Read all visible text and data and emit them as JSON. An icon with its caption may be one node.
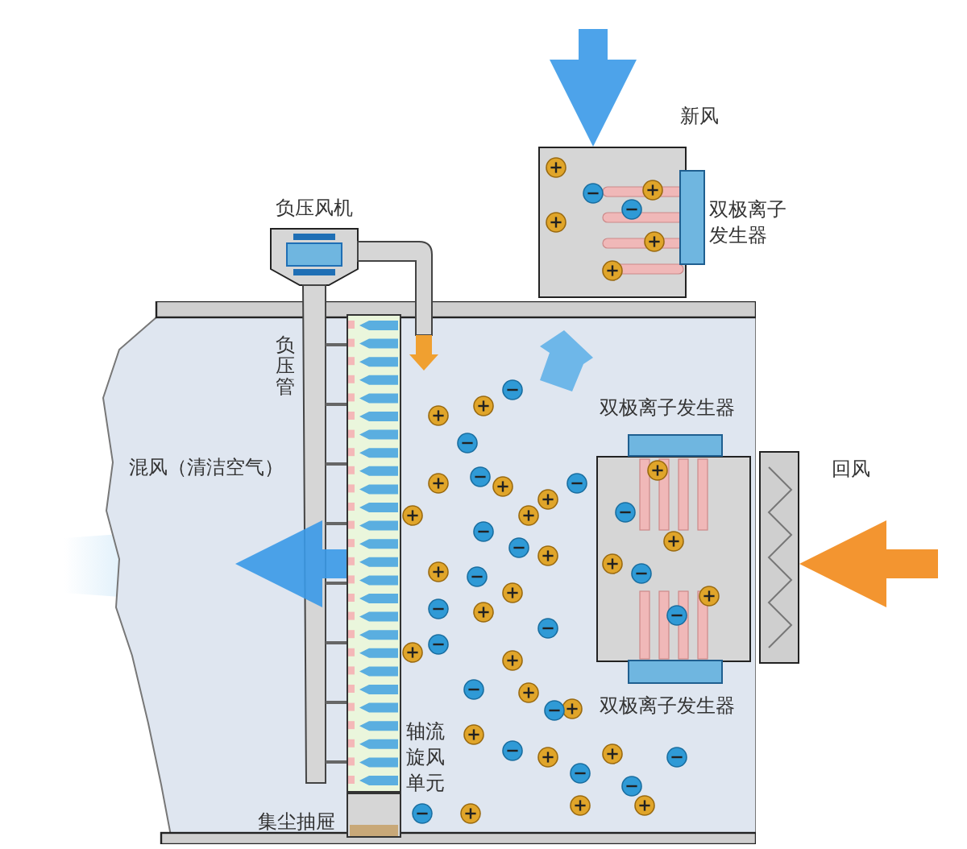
{
  "diagram": {
    "nodes": [
      {
        "text": [],
        "shape": "box"
      },
      {
        "text": [],
        "shape": "box",
        "beside": [
          "新风",
          "双极离子发生器"
        ]
      },
      {
        "text": [
          "负压风机"
        ]
      },
      {
        "text": [],
        "shape": "box",
        "in": 0,
        "beside": [
          "轴流旋风单元"
        ]
      },
      {
        "text": [],
        "shape": "box",
        "in": 0,
        "beside": [
          "集尘抽屉"
        ]
      },
      {
        "text": [],
        "shape": "box",
        "in": 0,
        "beside": [
          "双极离子发生器",
          "双极离子发生器"
        ]
      },
      {
        "text": [],
        "shape": "box",
        "beside": [
          "回风"
        ]
      }
    ],
    "edges": [
      {
        "from": null,
        "to": 1,
        "arrow": "to"
      },
      {
        "from": null,
        "to": 6,
        "arrow": "to",
        "color": "#f28a1a"
      },
      {
        "from": 3,
        "to": null,
        "arrow": "to"
      }
    ],
    "labels": [
      "负压管",
      "混风（清洁空气）"
    ]
  }
}
